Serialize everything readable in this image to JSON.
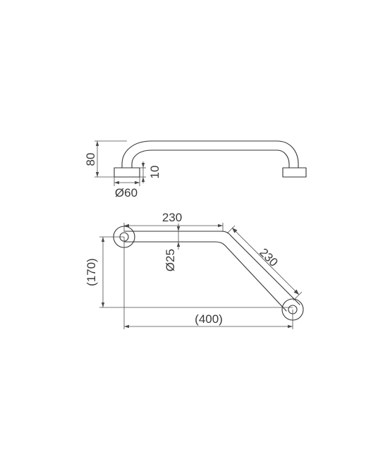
{
  "drawing": {
    "side_view": {
      "height_dimension": "80",
      "base_thickness_dimension": "10",
      "flange_diameter_dimension": "Ø60"
    },
    "top_view": {
      "straight_length_dimension": "230",
      "angled_length_dimension": "230",
      "tube_diameter_dimension": "Ø25",
      "offset_dimension": "(170)",
      "overall_width_dimension": "(400)"
    }
  },
  "colors": {
    "line": "#333333",
    "dimension": "#4a4a4a",
    "background": "#ffffff"
  }
}
